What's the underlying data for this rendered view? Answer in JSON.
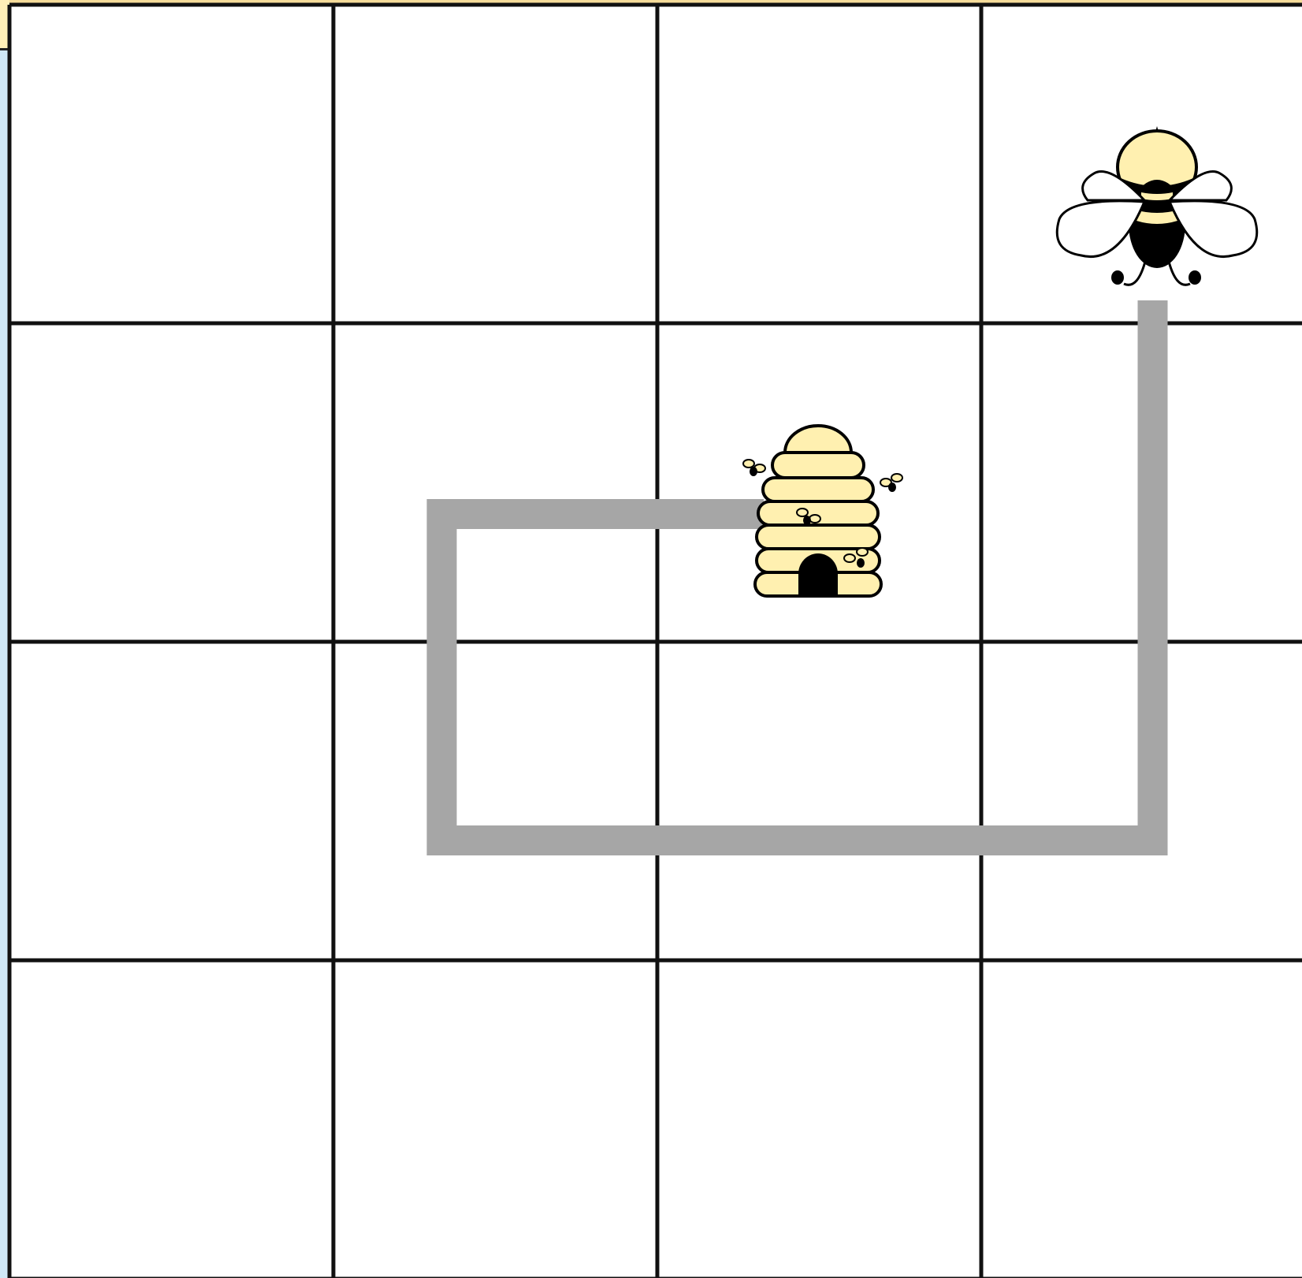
{
  "puzzle": {
    "grid": {
      "rows": 4,
      "cols": 4
    },
    "bee": {
      "row": 0,
      "col": 3,
      "icon": "bee-icon"
    },
    "hive": {
      "row": 1,
      "col": 2,
      "icon": "beehive-icon"
    },
    "path": [
      [
        0,
        3
      ],
      [
        1,
        3
      ],
      [
        2,
        3
      ],
      [
        2,
        2
      ],
      [
        2,
        1
      ],
      [
        1,
        1
      ],
      [
        1,
        2
      ]
    ]
  },
  "colors": {
    "grid_line": "#111111",
    "path": "#a6a6a6",
    "honey": "#fff0b0",
    "left_strip": "#cfe8f7",
    "top_strip": "#f6dc9a"
  }
}
